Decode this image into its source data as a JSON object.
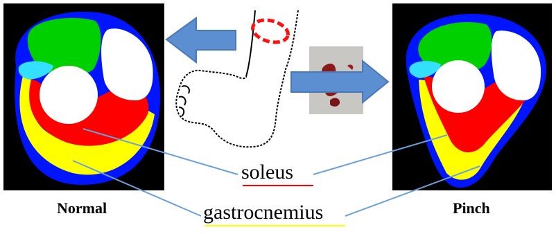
{
  "labels": {
    "soleus": "soleus",
    "gastrocnemius": "gastrocnemius",
    "normal": "Normal",
    "pinch": "Pinch"
  },
  "colors": {
    "background": "#000000",
    "outline": "#0015ff",
    "bone": "#ffffff",
    "anterior_muscle": "#00d000",
    "lateral_muscle": "#33e0ff",
    "soleus": "#ff0000",
    "gastrocnemius": "#ffff00",
    "arrow": "#5b8fd1",
    "leader_line": "#6aa1d8",
    "pinch_mark": "#ff1010",
    "soleus_underline": "#ff0000",
    "gastro_underline": "#ffff00"
  }
}
